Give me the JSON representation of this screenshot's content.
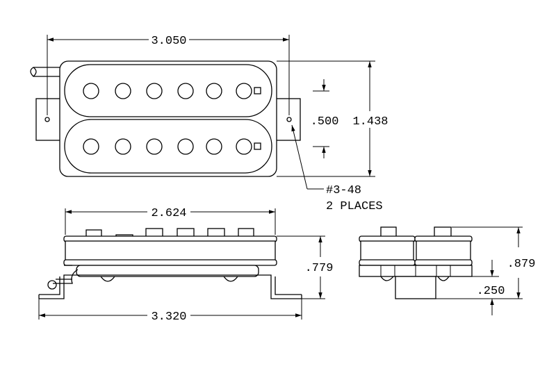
{
  "top_view": {
    "dimensions": {
      "overall_length": "3.050",
      "pole_spacing": ".500",
      "overall_width": "1.438"
    },
    "screw_note": {
      "line1": "#3-48",
      "line2": "2 PLACES"
    }
  },
  "side_view": {
    "dimensions": {
      "cover_length": "2.624",
      "height": ".779",
      "base_length": "3.320"
    }
  },
  "end_view": {
    "dimensions": {
      "total_height": ".879",
      "foot_height": ".250"
    }
  }
}
